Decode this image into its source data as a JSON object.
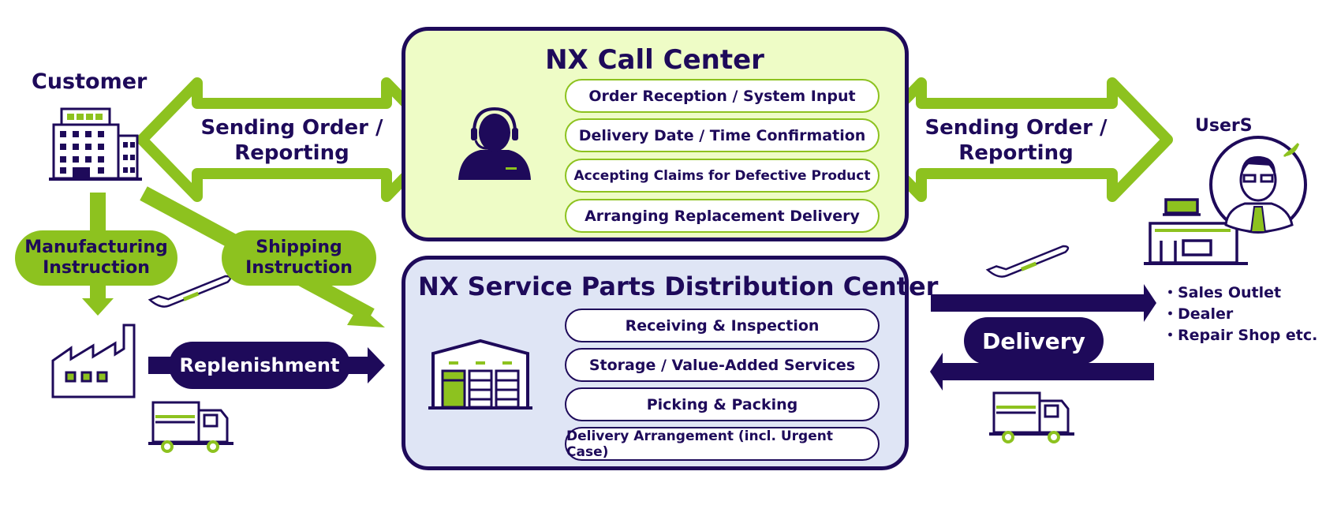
{
  "customer": {
    "label": "Customer"
  },
  "users": {
    "label": "UserS",
    "types": [
      "・Sales Outlet",
      "・Dealer",
      "・Repair Shop etc."
    ]
  },
  "left_arrow": {
    "line1": "Sending Order /",
    "line2": "Reporting"
  },
  "right_arrow": {
    "line1": "Sending Order /",
    "line2": "Reporting"
  },
  "manufacturing": {
    "line1": "Manufacturing",
    "line2": "Instruction"
  },
  "shipping": {
    "line1": "Shipping",
    "line2": "Instruction"
  },
  "replenishment": "Replenishment",
  "delivery": "Delivery",
  "call_center": {
    "title": "NX Call Center",
    "items": [
      "Order Reception / System Input",
      "Delivery Date / Time Confirmation",
      "Accepting Claims for Defective Product",
      "Arranging Replacement Delivery"
    ]
  },
  "distribution_center": {
    "title": "NX Service Parts Distribution Center",
    "items": [
      "Receiving & Inspection",
      "Storage / Value-Added Services",
      "Picking & Packing",
      "Delivery Arrangement (incl. Urgent Case)"
    ]
  },
  "colors": {
    "navy": "#1e0a5a",
    "green": "#8dc21f",
    "call_center_bg": "#eefcc6",
    "distribution_bg": "#dfe5f5"
  }
}
